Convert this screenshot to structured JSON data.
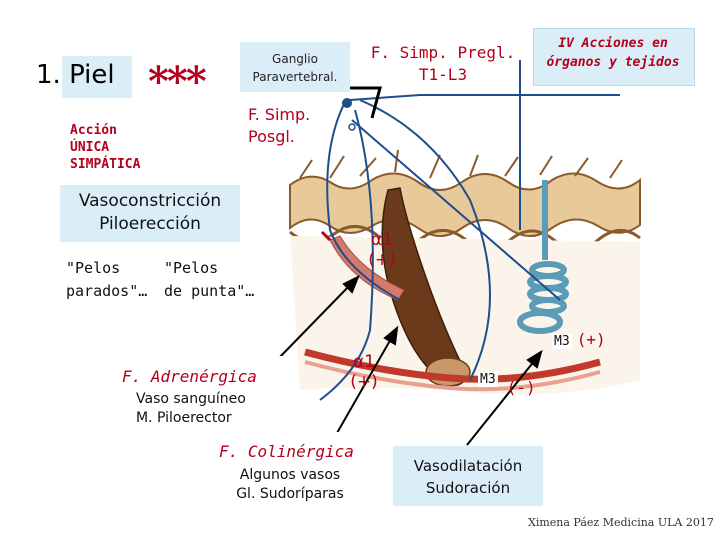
{
  "title": {
    "number": "1.",
    "label": "Piel",
    "stars": "***"
  },
  "accion": {
    "line1": "Acción",
    "line2": "ÚNICA",
    "line3": "SIMPÁTICA"
  },
  "ganglio": {
    "line1": "Ganglio",
    "line2": "Paravertebral."
  },
  "f_simp_pregl": {
    "line1": "F. Simp. Pregl.",
    "line2": "T1-L3"
  },
  "iv_acciones": {
    "line1": "IV Acciones en",
    "line2": "órganos y tejidos"
  },
  "f_simp_posgl": {
    "line1": "F. Simp.",
    "line2": "Posgl."
  },
  "vasoconstriccion": {
    "line1": "Vasoconstricción",
    "line2": "Piloerección"
  },
  "pelos_parados": {
    "line1": "\"Pelos",
    "line2": "parados\"…"
  },
  "pelos_punta": {
    "line1": "\"Pelos",
    "line2": "de punta\"…"
  },
  "adrenergica": {
    "title": "F. Adrenérgica",
    "line1": "Vaso sanguíneo",
    "line2": "M. Piloerector"
  },
  "colinergica": {
    "title": "F. Colinérgica",
    "line1": "Algunos vasos",
    "line2": "Gl. Sudoríparas"
  },
  "vasodilatacion": {
    "line1": "Vasodilatación",
    "line2": "Sudoración"
  },
  "receptors": {
    "alpha1_upper": {
      "label": "α1",
      "sign": "(+)"
    },
    "alpha1_lower": {
      "label": "α1",
      "sign": "(+)"
    },
    "m3_right": {
      "label": "M3",
      "sign": "(+)"
    },
    "m3_center": {
      "label": "M3",
      "sign": "(-)"
    }
  },
  "credit": "Ximena Páez Medicina ULA 2017",
  "colors": {
    "accent_red": "#b3001b",
    "label_box": "#dbeef8",
    "skin": "#e8c99a",
    "dermis_brown": "#8a5a2b",
    "nerve_blue": "#1f4e8c"
  }
}
